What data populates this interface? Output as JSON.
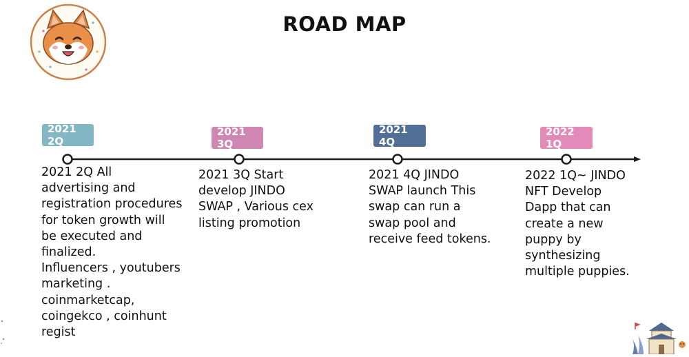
{
  "page": {
    "title": "ROAD MAP"
  },
  "colors": {
    "badge_2021_2q": "#84b7c4",
    "badge_2021_3q": "#cf86b1",
    "badge_2021_4q": "#526f98",
    "badge_2022_1q": "#e28ab8",
    "line": "#1b1b1b"
  },
  "icons": {
    "logo": "shiba-dog-logo-icon",
    "corner": "temple-decoration-icon"
  },
  "milestones": [
    {
      "badge": "2021 2Q",
      "text": "2021 2Q  All\nadvertising and\nregistration procedures\nfor token growth will\nbe executed and\nfinalized.\nInfluencers , youtubers\nmarketing .\ncoinmarketcap,\ncoingekco , coinhunt\nregist"
    },
    {
      "badge": "2021 3Q",
      "text": "2021 3Q  Start\ndevelop JINDO\nSWAP , Various cex\nlisting promotion"
    },
    {
      "badge": "2021 4Q",
      "text": "2021 4Q  JINDO\nSWAP launch  This\nswap can run a\nswap pool and\nreceive feed tokens."
    },
    {
      "badge": "2022 1Q",
      "text": "2022 1Q~ JINDO\nNFT Develop\nDapp that can\ncreate a new\npuppy by\nsynthesizing\nmultiple puppies."
    }
  ]
}
